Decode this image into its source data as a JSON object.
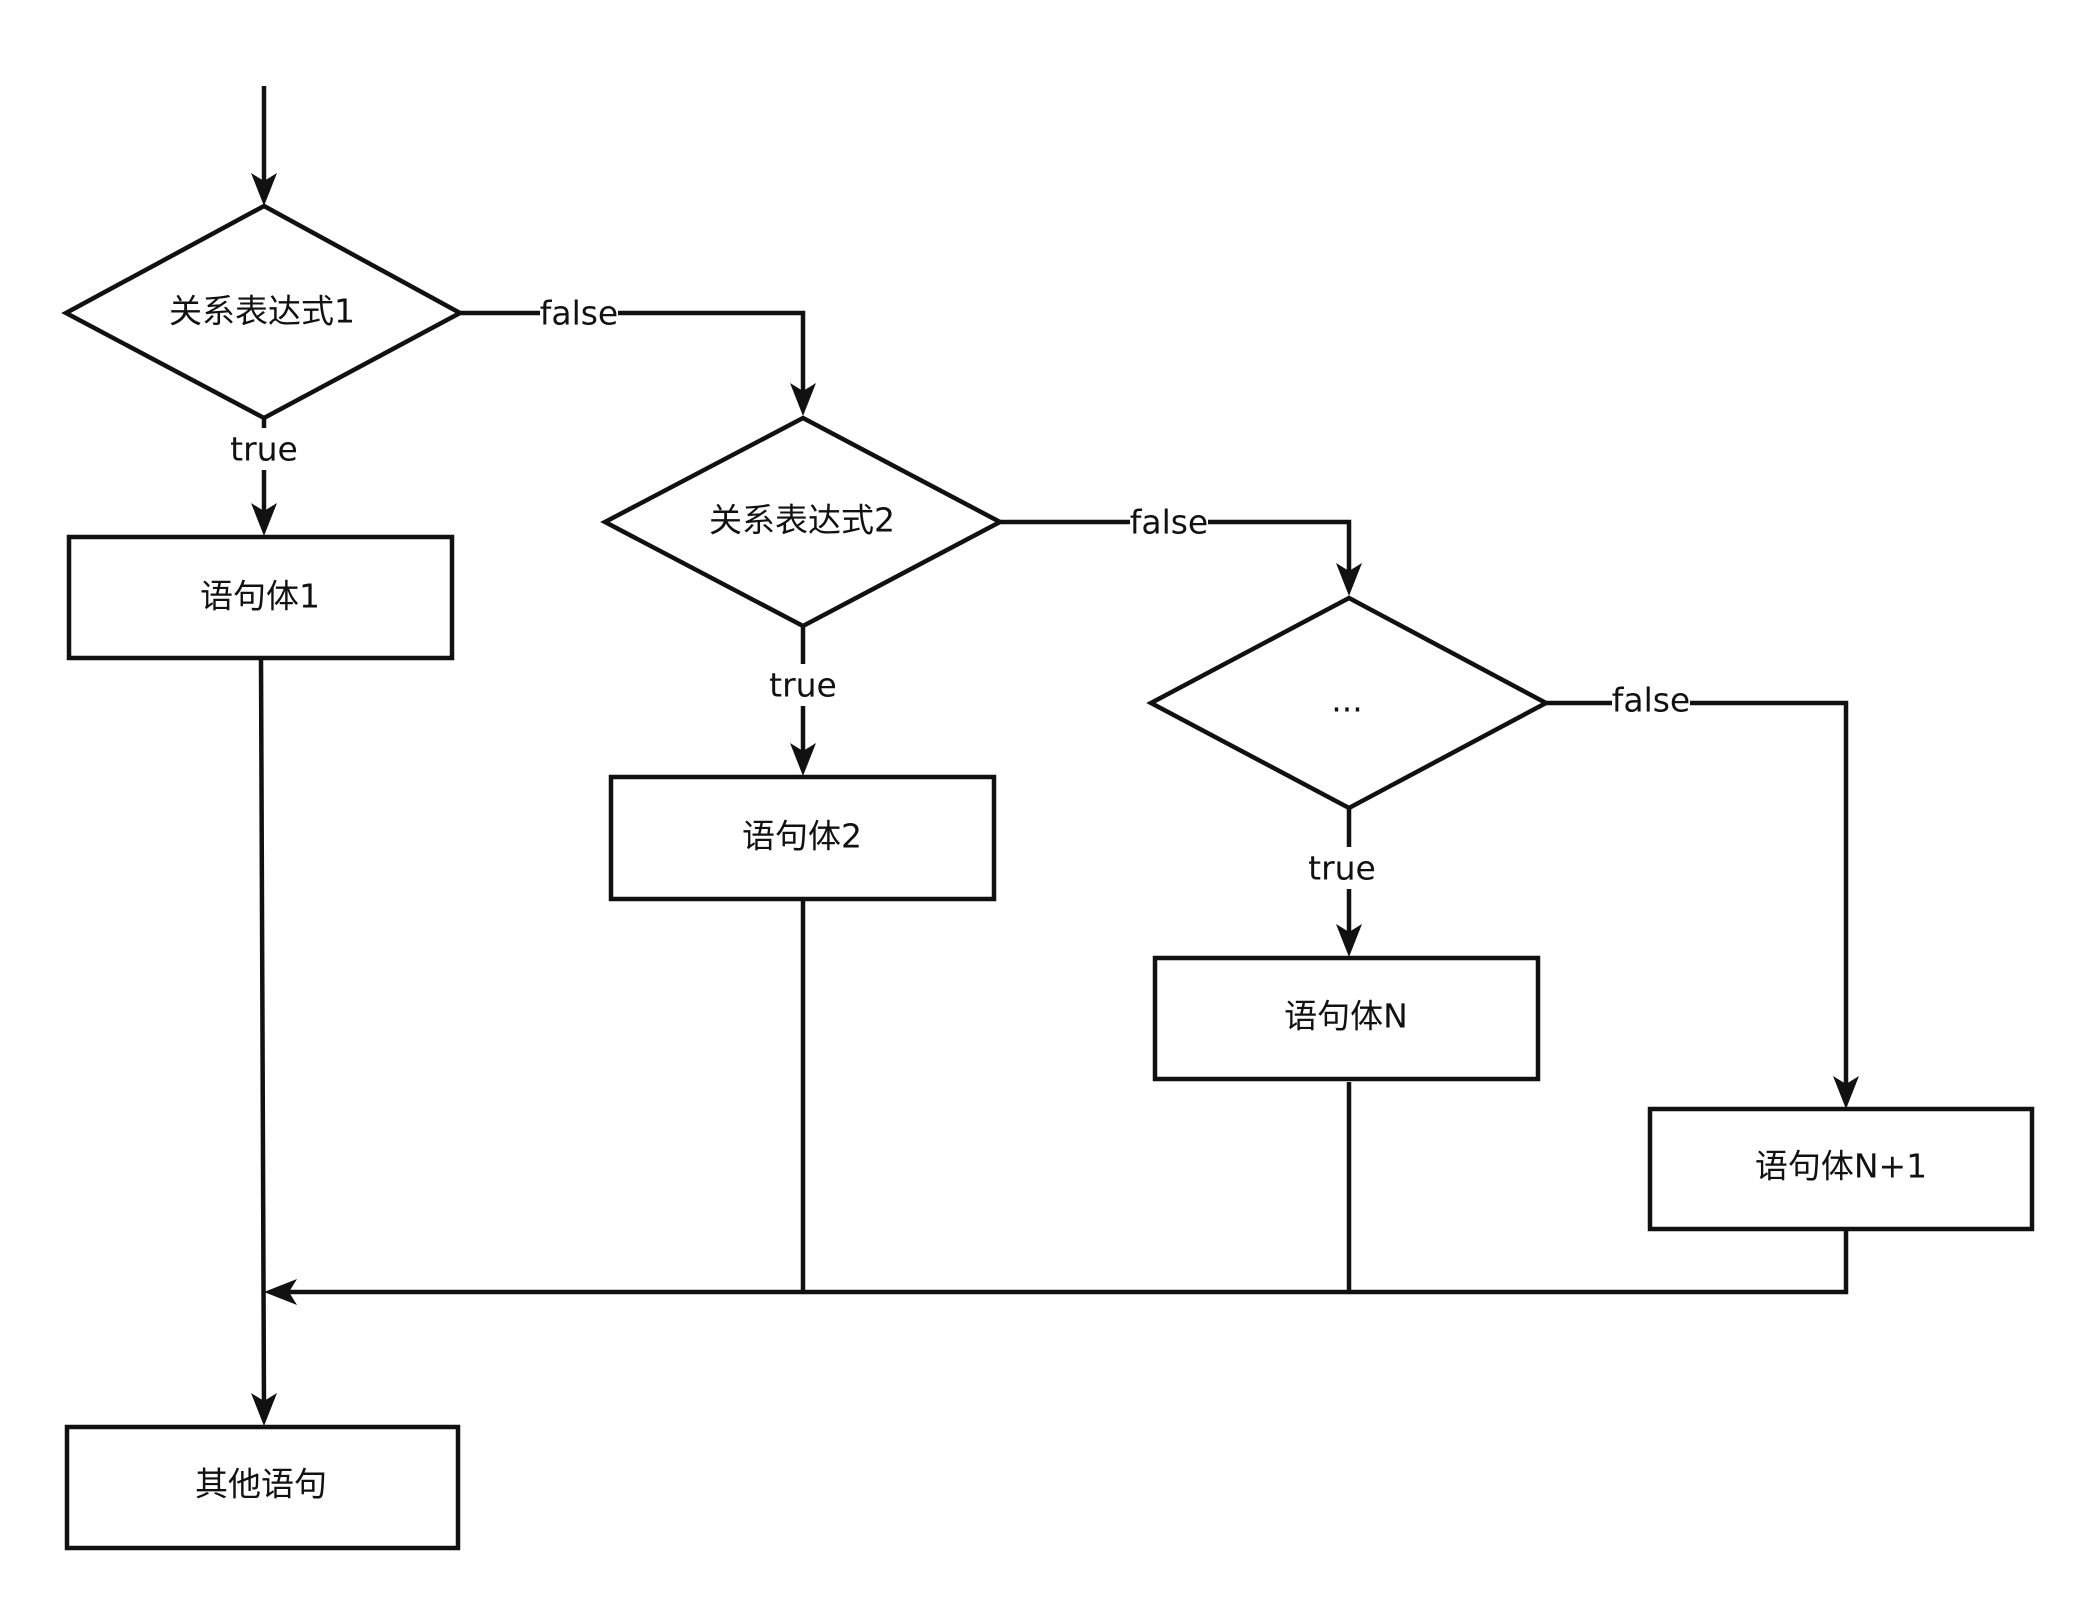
{
  "diagram": {
    "colors": {
      "stroke": "#111111",
      "background": "#ffffff"
    },
    "nodes": {
      "cond1": "关系表达式1",
      "cond2": "关系表达式2",
      "cond_n": "...",
      "stmt1": "语句体1",
      "stmt2": "语句体2",
      "stmt_n": "语句体N",
      "stmt_n1": "语句体N+1",
      "other": "其他语句"
    },
    "edge_labels": {
      "true": "true",
      "false": "false"
    }
  }
}
